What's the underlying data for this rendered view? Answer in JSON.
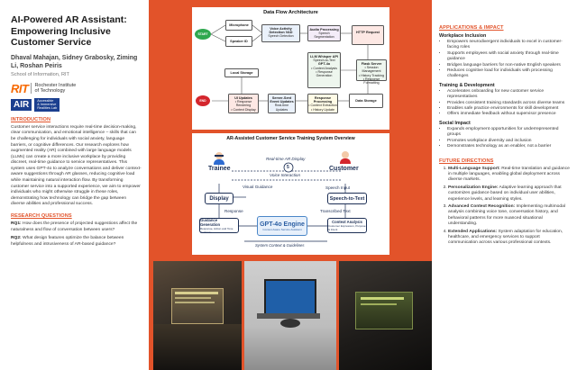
{
  "poster": {
    "title": "AI-Powered AR Assistant: Empowering Inclusive Customer Service",
    "authors": "Dhaval Mahajan, Sidney Grabosky, Ziming Li, Roshan Peiris",
    "school": "School of Information, RIT",
    "logos": {
      "rit_mark": "RIT",
      "rit_name_line1": "Rochester Institute",
      "rit_name_line2": "of Technology",
      "air_mark": "AIR",
      "air_line1": "Accessible",
      "air_line2": "& Immersive",
      "air_line3": "Realities Lab"
    }
  },
  "introduction": {
    "heading": "INTRODUCTION",
    "text": "Customer service interactions require real-time decision-making, clear communication, and emotional intelligence – skills that can be challenging for individuals with social anxiety, language barriers, or cognitive differences. Our research explores how augmented reality (AR) combined with large language models (LLMs) can create a more inclusive workplace by providing discreet, real-time guidance to service representatives. This system uses GPT-4o to analyze conversations and deliver context-aware suggestions through AR glasses, reducing cognitive load while maintaining natural interaction flow. By transforming customer service into a supported experience, we aim to empower individuals who might otherwise struggle in these roles, demonstrating how technology can bridge the gap between diverse abilities and professional success."
  },
  "research_questions": {
    "heading": "RESEARCH QUESTIONS",
    "items": [
      {
        "label": "RQ1:",
        "text": "How does the presence of projected suggestions affect the naturalness and flow of conversation between users?"
      },
      {
        "label": "RQ2:",
        "text": "What design features optimize the balance between helpfulness and intrusiveness of AR-based guidance?"
      }
    ]
  },
  "data_flow": {
    "title": "Data Flow Architecture",
    "start": "START",
    "end": "END",
    "microphone": "Microphone",
    "speaker_id": "Speaker ID",
    "vad_title": "Voice Activity Detection VAD",
    "vad_sub": "Speech Detection",
    "audio_title": "Audio Processing",
    "audio_sub": "Speech Segmentation",
    "http_title": "HTTP Request",
    "whisper_title": "LLM Whisper API",
    "whisper_sub": "Speech-to-Text",
    "gpt_title": "GPT-4o",
    "gpt_sub1": "• Context Analysis",
    "gpt_sub2": "• Response Generation",
    "flask_title": "Flask Server",
    "flask_sub1": "• Session Management",
    "flask_sub2": "• History Tracking",
    "flask_sub3": "• Response Formatting",
    "local_storage": "Local Storage",
    "response_title": "Response Processing",
    "response_sub1": "• Context Extraction",
    "response_sub2": "• History Update",
    "data_storage": "Data Storage",
    "ui_title": "UI Updates",
    "ui_sub1": "• Response Rendering",
    "ui_sub2": "• Context Display",
    "sse_title": "Server-Sent Event Updates",
    "sse_sub": "Real-time Updates"
  },
  "training": {
    "title": "AR-Assisted Customer Service Training System Overview",
    "trainee": "Trainee",
    "customer": "Customer",
    "realtime": "Real-time AR Display",
    "realtime_num": "5",
    "voice": "Voice Interaction",
    "display": "Display",
    "visual_guidance": "Visual Guidance",
    "speech_input": "Speech Input",
    "speech_to_text": "Speech-to-Text",
    "guidance_generation": "Guidance Generation",
    "guidance_sub": "Response, Action and Tone Guidance",
    "response": "Response",
    "gpt_engine": "GPT-4o Engine",
    "gpt_engine_sub": "Context Aware Service Assistant",
    "transcribed": "Transcribed Text",
    "context_analysis": "Context Analysis",
    "context_sub": "Customer Expression, Purpose & Intent",
    "system_context": "System Context & Guidelines"
  },
  "applications": {
    "heading": "APPLICATIONS & IMPACT",
    "groups": [
      {
        "title": "Workplace Inclusion",
        "items": [
          "Empowers neurodivergent individuals to excel in customer-facing roles",
          "Supports employees with social anxiety through real-time guidance",
          "Bridges language barriers for non-native English speakers",
          "Reduces cognitive load for individuals with processing challenges"
        ]
      },
      {
        "title": "Training & Development",
        "items": [
          "Accelerates onboarding for new customer service representatives",
          "Provides consistent training standards across diverse teams",
          "Enables safe practice environments for skill development",
          "Offers immediate feedback without supervisor presence"
        ]
      },
      {
        "title": "Social Impact",
        "items": [
          "Expands employment opportunities for underrepresented groups",
          "Promotes workplace diversity and inclusion",
          "Demonstrates technology as an enabler, not a barrier"
        ]
      }
    ]
  },
  "future": {
    "heading": "FUTURE DIRECTIONS",
    "items": [
      {
        "title": "Multi-Language Support:",
        "text": "Real-time translation and guidance in multiple languages, enabling global deployment across diverse markets."
      },
      {
        "title": "Personalization Engine:",
        "text": "Adaptive learning approach that customizes guidance based on individual user abilities, experience levels, and learning styles."
      },
      {
        "title": "Advanced Context Recognition:",
        "text": "Implementing multimodal analysis combining voice tone, conversation history, and behavioral patterns for more nuanced situational understanding."
      },
      {
        "title": "Extended Applications:",
        "text": "System adaptation for education, healthcare, and emergency services to support communication across various professional contexts."
      }
    ]
  },
  "colors": {
    "accent": "#e2532a",
    "navy": "#1d2f55",
    "air_blue": "#1b3f8f",
    "start_green": "#2fa84f",
    "end_red": "#d4262d",
    "gpt_blue": "#4a86c8"
  }
}
